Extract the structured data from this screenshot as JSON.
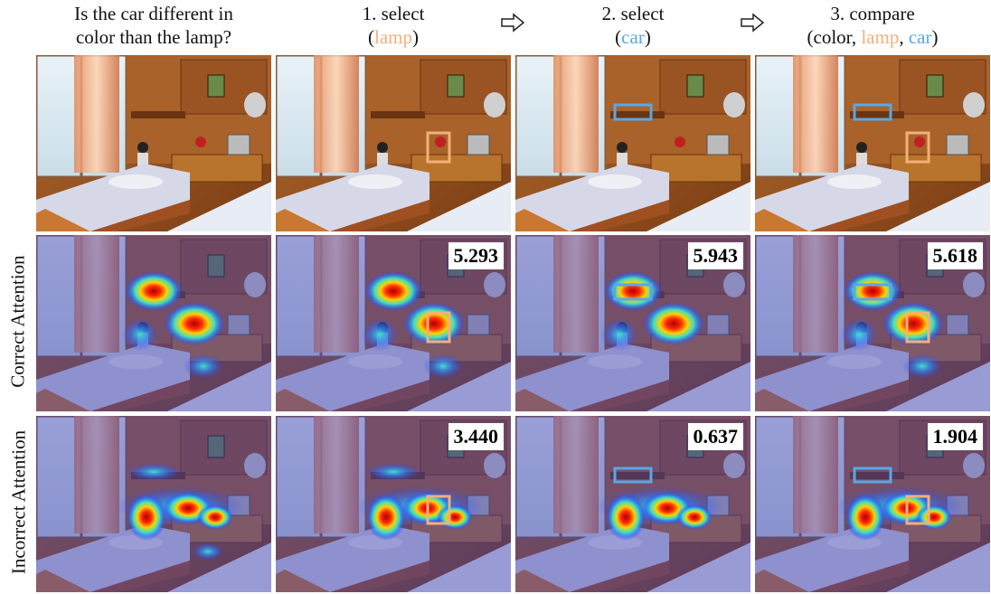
{
  "headers": {
    "question_line1": "Is the car different in",
    "question_line2": "color than the lamp?",
    "step1_line1": "1. select",
    "step1_open": "(",
    "step1_obj": "lamp",
    "step1_close": ")",
    "step2_line1": "2. select",
    "step2_open": "(",
    "step2_obj": "car",
    "step2_close": ")",
    "step3_line1": "3. compare",
    "step3_p1": "(color, ",
    "step3_obj1": "lamp",
    "step3_sep": ", ",
    "step3_obj2": "car",
    "step3_close": ")"
  },
  "row_labels": {
    "correct": "Correct Attention",
    "incorrect": "Incorrect Attention"
  },
  "scores": {
    "correct": [
      "5.293",
      "5.943",
      "5.618"
    ],
    "incorrect": [
      "3.440",
      "0.637",
      "1.904"
    ]
  },
  "colors": {
    "lamp_box": "#f2b07a",
    "car_box": "#5aa7e6"
  }
}
